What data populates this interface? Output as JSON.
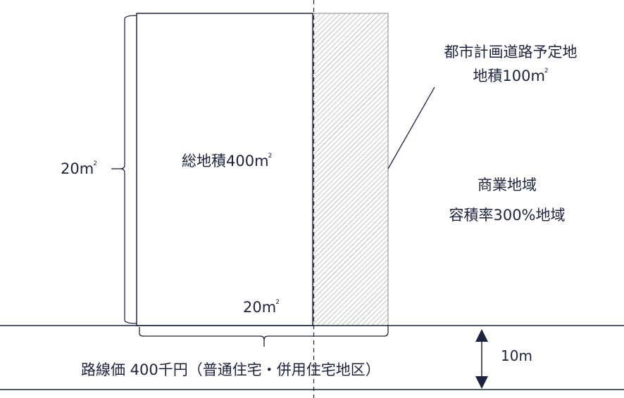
{
  "diagram": {
    "colors": {
      "ink": "#1c2340",
      "hatch": "#8a8a8a",
      "background": "#ffffff"
    },
    "main_lot": {
      "area_label": "総地積400",
      "area_unit": "m",
      "area_sup": "2",
      "depth_label": "20m",
      "depth_sup": "2",
      "frontage_label": "20m",
      "frontage_sup": "2"
    },
    "planned_road": {
      "title": "都市計画道路予定地",
      "area_label": "地積100",
      "area_unit": "m",
      "area_sup": "2"
    },
    "zoning": {
      "line1": "商業地域",
      "line2": "容積率300%地域"
    },
    "road": {
      "route_price_label": "路線価 400千円（普通住宅・併用住宅地区）",
      "width_label": "10m"
    }
  }
}
